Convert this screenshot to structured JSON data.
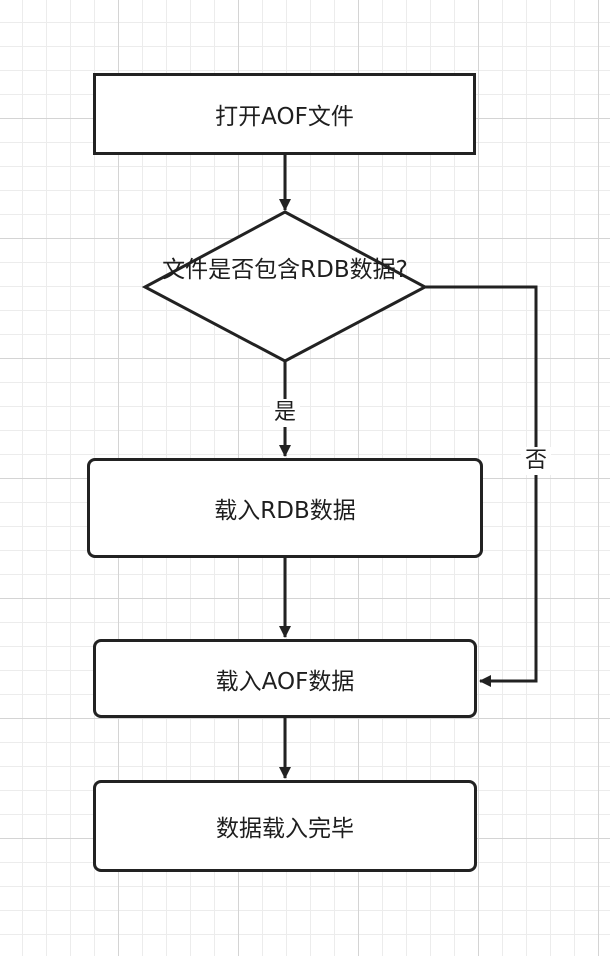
{
  "flowchart": {
    "nodes": {
      "open_aof": "打开AOF文件",
      "decision": "文件是否包含RDB数据?",
      "load_rdb": "载入RDB数据",
      "load_aof": "载入AOF数据",
      "done": "数据载入完毕"
    },
    "edges": {
      "yes_label": "是",
      "no_label": "否"
    }
  },
  "colors": {
    "stroke": "#222222",
    "fill": "#ffffff",
    "text": "#1e1e1e"
  }
}
